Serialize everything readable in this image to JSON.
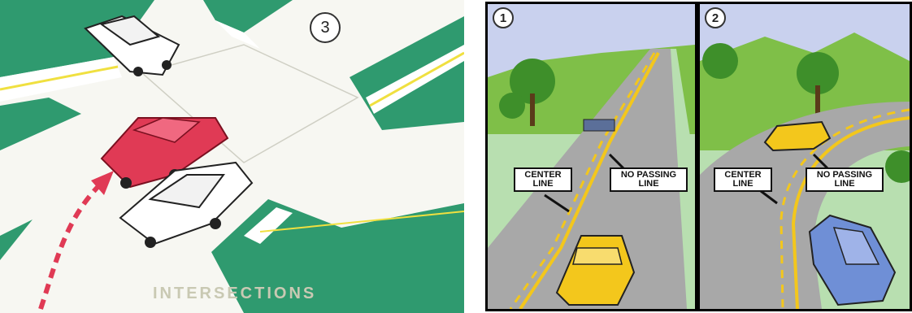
{
  "left": {
    "number": "3",
    "title": "INTERSECTIONS"
  },
  "right": {
    "scene1": {
      "number": "1",
      "center_label": "CENTER\nLINE",
      "no_pass_label": "NO PASSING\nLINE"
    },
    "scene2": {
      "number": "2",
      "center_label": "CENTER\nLINE",
      "no_pass_label": "NO PASSING\nLINE"
    }
  },
  "colors": {
    "grass_green": "#2f9a6f",
    "car_red": "#e03a55",
    "car_yellow": "#f3c71c",
    "car_blue": "#6f8fd6",
    "sky": "#c9d1ee",
    "hill_green": "#7fbf48"
  }
}
